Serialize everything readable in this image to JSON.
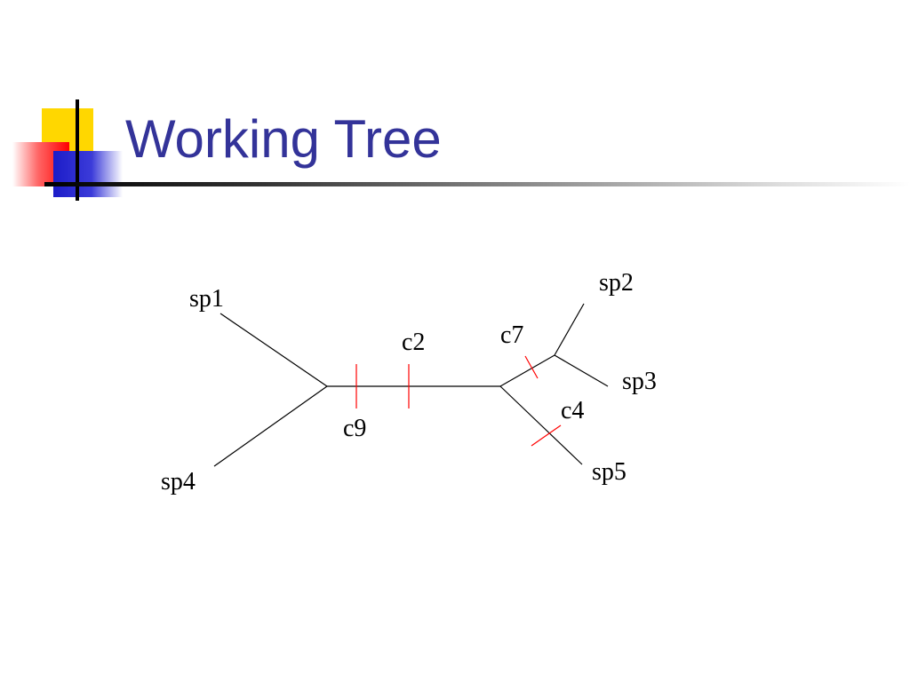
{
  "slide": {
    "title": "Working Tree"
  },
  "tree": {
    "species": [
      "sp1",
      "sp2",
      "sp3",
      "sp4",
      "sp5"
    ],
    "characters": [
      "c9",
      "c2",
      "c7",
      "c4"
    ],
    "tick_color": "#ff0000",
    "branch_color": "#000000",
    "title_color": "#333399"
  }
}
